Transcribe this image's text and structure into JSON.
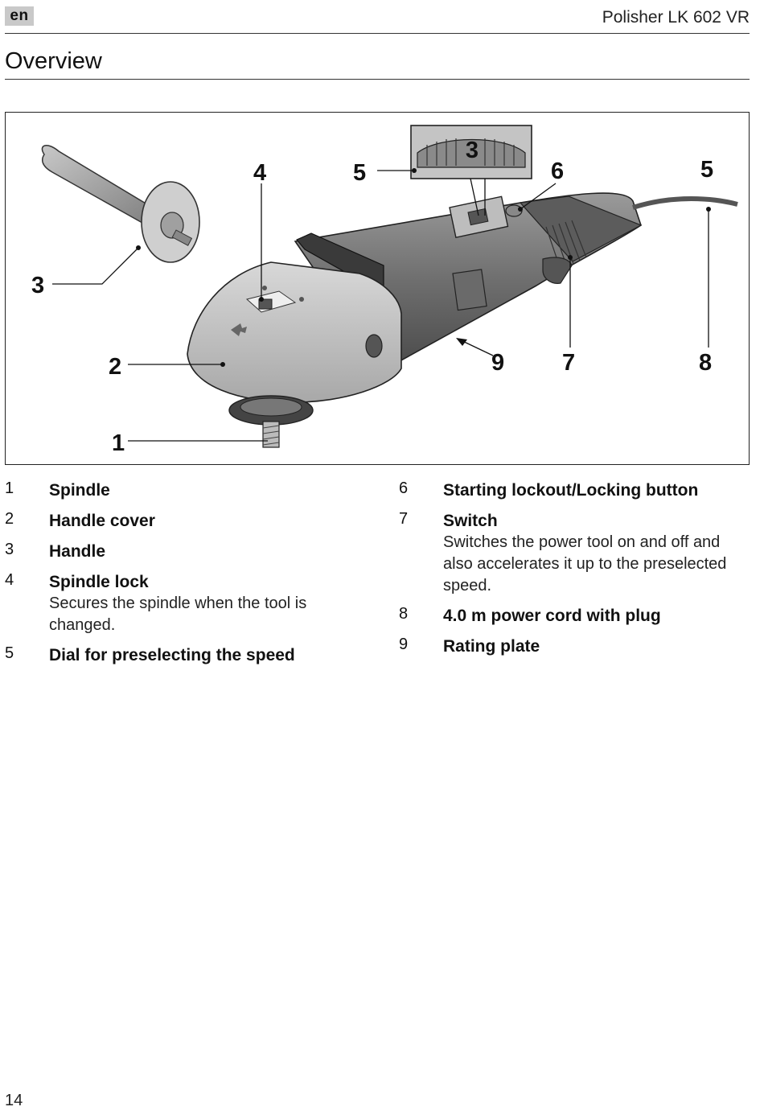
{
  "header": {
    "language_badge": "en",
    "document_title": "Polisher LK 602 VR"
  },
  "section": {
    "title": "Overview"
  },
  "figure": {
    "callouts": [
      "1",
      "2",
      "3",
      "4",
      "5",
      "5",
      "6",
      "7",
      "8",
      "9"
    ],
    "inset_dial_number": "3"
  },
  "legend_left": [
    {
      "num": "1",
      "label": "Spindle",
      "desc": ""
    },
    {
      "num": "2",
      "label": "Handle cover",
      "desc": ""
    },
    {
      "num": "3",
      "label": "Handle",
      "desc": ""
    },
    {
      "num": "4",
      "label": "Spindle lock",
      "desc": "Secures the spindle when the tool is changed."
    },
    {
      "num": "5",
      "label": "Dial for preselecting the speed",
      "desc": ""
    }
  ],
  "legend_right": [
    {
      "num": "6",
      "label": "Starting lockout/Locking button",
      "desc": ""
    },
    {
      "num": "7",
      "label": "Switch",
      "desc": "Switches the power tool on and off and also accelerates it up to the preselected speed."
    },
    {
      "num": "8",
      "label": "4.0 m power cord with plug",
      "desc": ""
    },
    {
      "num": "9",
      "label": "Rating plate",
      "desc": ""
    }
  ],
  "footer": {
    "page_number": "14"
  }
}
